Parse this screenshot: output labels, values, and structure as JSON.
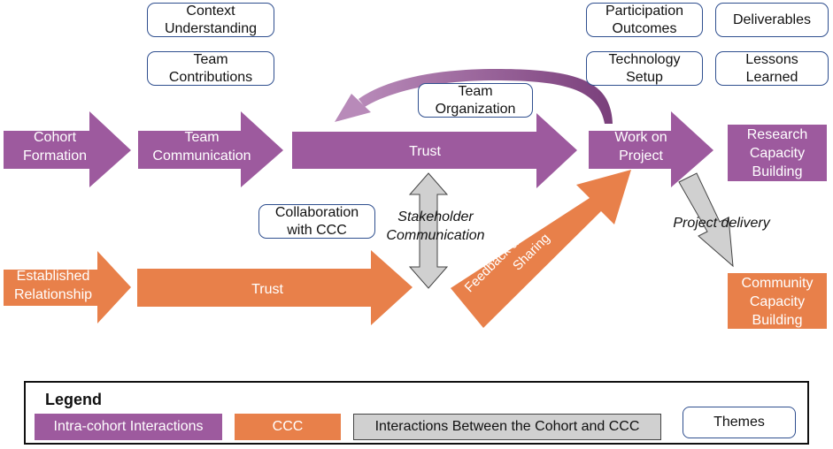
{
  "colors": {
    "cohort": "#9d5a9e",
    "ccc": "#e8804a",
    "between": "#d0d0d0",
    "theme_border": "#2f4f8f"
  },
  "flow": {
    "cohort_formation": "Cohort\nFormation",
    "team_communication": "Team\nCommunication",
    "trust_cohort": "Trust",
    "work_on_project": "Work on\nProject",
    "research_capacity_building": "Research\nCapacity\nBuilding",
    "established_relationship": "Established\nRelationship",
    "trust_ccc": "Trust",
    "feedback_and_resource_sharing": "Feedback and Resource\nSharing",
    "stakeholder_communication": "Stakeholder\nCommunication",
    "project_delivery": "Project delivery",
    "community_capacity_building": "Community\nCapacity\nBuilding"
  },
  "themes": {
    "context_understanding": "Context\nUnderstanding",
    "team_contributions": "Team\nContributions",
    "team_organization": "Team\nOrganization",
    "collaboration_with_ccc": "Collaboration\nwith CCC",
    "participation_outcomes": "Participation\nOutcomes",
    "technology_setup": "Technology\nSetup",
    "deliverables": "Deliverables",
    "lessons_learned": "Lessons\nLearned"
  },
  "legend": {
    "title": "Legend",
    "intra_cohort": "Intra-cohort Interactions",
    "ccc": "CCC",
    "between": "Interactions Between the Cohort and CCC",
    "themes": "Themes"
  }
}
